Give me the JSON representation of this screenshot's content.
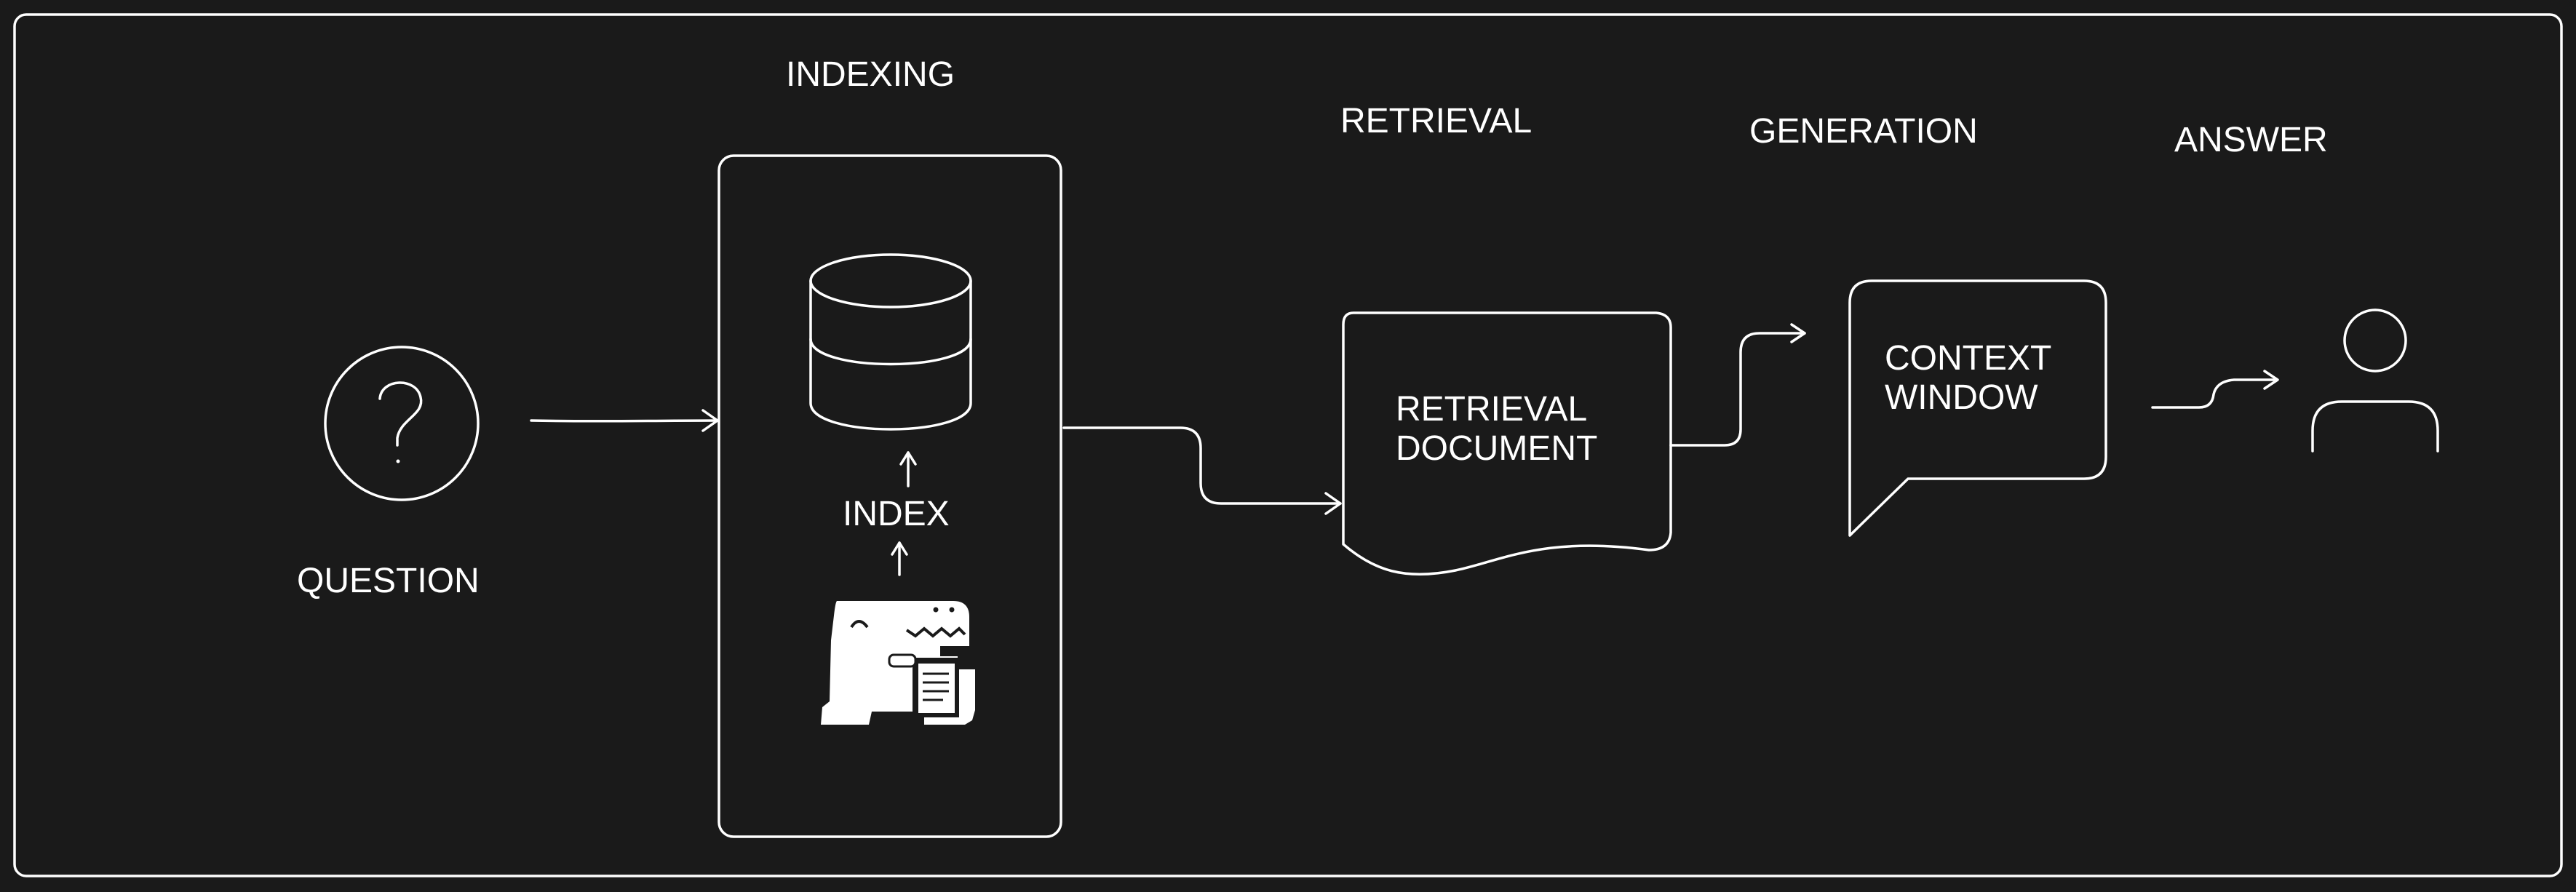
{
  "diagram": {
    "sections": {
      "indexing": "INDEXING",
      "retrieval": "RETRIEVAL",
      "generation": "GENERATION",
      "answer": "ANSWER"
    },
    "nodes": {
      "question": "QUESTION",
      "index": "INDEX",
      "retrieval_document_line1": "RETRIEVAL",
      "retrieval_document_line2": "DOCUMENT",
      "context_window_line1": "CONTEXT",
      "context_window_line2": "WINDOW"
    },
    "icons": [
      "question-mark-icon",
      "database-icon",
      "dinosaur-mascot-icon",
      "user-icon"
    ],
    "colors": {
      "background": "#1a1a1a",
      "stroke": "#ffffff"
    }
  }
}
